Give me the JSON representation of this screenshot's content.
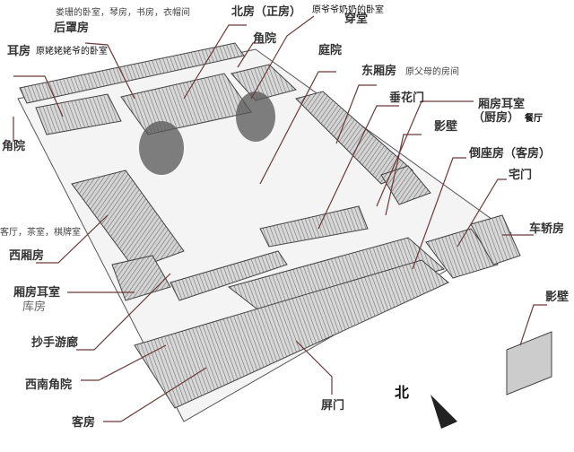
{
  "labels": {
    "houzhao_note": "娄珊的卧室，琴房，书房，衣帽间",
    "houzhao": "后罩房",
    "erfang": "耳房",
    "erfang_note": "原姥姥姥爷的卧室",
    "beifang": "北房（正房）",
    "beifang_note": "原爷爷奶奶的卧室",
    "chuantang": "穿堂",
    "jiaoyuan_top": "角院",
    "tingyuan": "庭院",
    "dongxiang": "东厢房",
    "dongxiang_note": "原父母的房间",
    "jiaoyuan_left": "角院",
    "chuihuamen": "垂花门",
    "xiangfang_ershi_east": "厢房耳室",
    "chufang": "（厨房）",
    "canting": "餐厅",
    "yingbi_inner": "影壁",
    "daozuo": "倒座房（客房）",
    "zhaimen": "宅门",
    "chejiao": "车轿房",
    "yingbi_outer": "影壁",
    "xixiang_note": "客厅，茶室，棋牌室",
    "xixiang": "西厢房",
    "xiangfang_ershi_west": "厢房耳室",
    "kufang": "库房",
    "chaoshou": "抄手游廊",
    "xinan": "西南角院",
    "kefang": "客房",
    "pingmen": "屏门",
    "north": "北"
  },
  "colors": {
    "roof": "#9a9a9a",
    "line": "#6b3a3a",
    "text": "#333333"
  }
}
